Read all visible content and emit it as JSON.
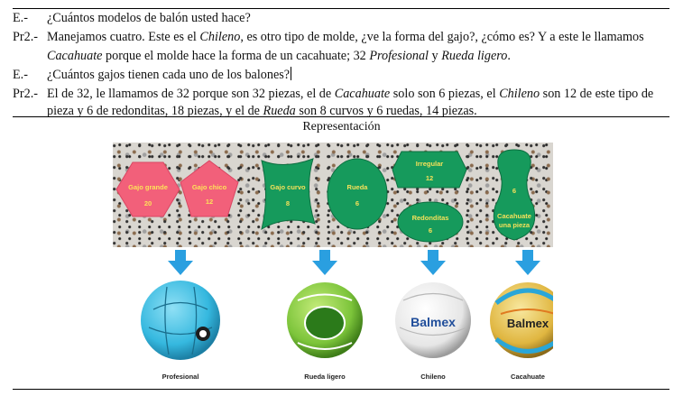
{
  "dialogue": [
    {
      "speaker": "E.-",
      "text": "¿Cuántos modelos de balón usted hace?"
    },
    {
      "speaker": "Pr2.-",
      "line1": [
        {
          "t": "Manejamos cuatro. Este es el ",
          "i": false
        },
        {
          "t": "Chileno",
          "i": true
        },
        {
          "t": ", es otro tipo de molde, ¿ve la forma del gajo?, ¿cómo es?  Y a este le llamamos",
          "i": false
        }
      ],
      "line2": [
        {
          "t": "Cacahuate",
          "i": true
        },
        {
          "t": " porque el molde hace la forma de un cacahuate; 32 ",
          "i": false
        },
        {
          "t": "Profesional",
          "i": true
        },
        {
          "t": " y ",
          "i": false
        },
        {
          "t": "Rueda ligero",
          "i": true
        },
        {
          "t": ".",
          "i": false
        }
      ]
    },
    {
      "speaker": "E.-",
      "text": "¿Cuántos gajos tienen cada uno de los balones?"
    },
    {
      "speaker": "Pr2.-",
      "line1": [
        {
          "t": "El de 32, le llamamos de 32 porque son 32 piezas, el de ",
          "i": false
        },
        {
          "t": "Cacahuate",
          "i": true
        },
        {
          "t": " solo son 6 piezas, el ",
          "i": false
        },
        {
          "t": "Chileno",
          "i": true
        },
        {
          "t": " son 12 de este tipo de",
          "i": false
        }
      ],
      "line2": [
        {
          "t": "pieza y 6 de redonditas, 18 piezas, y el de ",
          "i": false
        },
        {
          "t": "Rueda",
          "i": true
        },
        {
          "t": " son 8 curvos y 6 ruedas, 14 piezas.",
          "i": false
        }
      ]
    }
  ],
  "figure": {
    "caption": "Representación",
    "pieces": {
      "gajo_grande": {
        "name": "Gajo grande",
        "count": "20"
      },
      "gajo_chico": {
        "name": "Gajo chico",
        "count": "12"
      },
      "gajo_curvo": {
        "name": "Gajo curvo",
        "count": "8"
      },
      "rueda": {
        "name": "Rueda",
        "count": "6"
      },
      "irregular": {
        "name": "Irregular",
        "count": "12"
      },
      "redonditas": {
        "name": "Redonditas",
        "count": "6"
      },
      "cacahuate": {
        "name": "Cacahuate",
        "name2": "una pieza",
        "count": "6"
      }
    },
    "balls": [
      {
        "label": "Profesional"
      },
      {
        "label": "Rueda ligero"
      },
      {
        "label": "Chileno"
      },
      {
        "label": "Cacahuate"
      }
    ],
    "ball_brand": "Balmex",
    "colors": {
      "pink": "#f2607a",
      "pink_text": "#fde25a",
      "green": "#169a5c",
      "green_text": "#f5e15a",
      "arrow": "#2a9fe0",
      "ball_blue": "#35b8df",
      "ball_green": "#7cc43a",
      "ball_white": "#eeeeee",
      "ball_gold": "#e0b640"
    }
  }
}
